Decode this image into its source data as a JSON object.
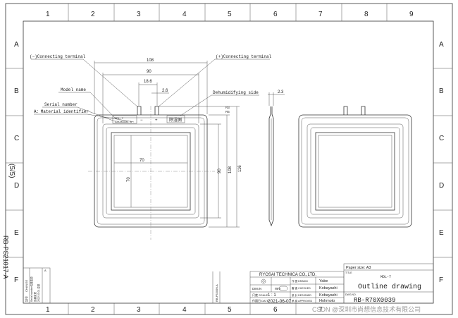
{
  "grid": {
    "columns": [
      "1",
      "2",
      "3",
      "4",
      "5",
      "6",
      "7",
      "8",
      "9"
    ],
    "rows": [
      "A",
      "B",
      "C",
      "D",
      "E",
      "F"
    ]
  },
  "side_text": {
    "page": "(5/5)",
    "doc_code": "RB-PS21017-A"
  },
  "callouts": {
    "neg_terminal": "(−)Connecting terminal",
    "pos_terminal": "(+)Connecting terminal",
    "model_name": "Model name",
    "serial_number": "Serial number",
    "material_id": "A：Material identifier",
    "dehumid_side": "Dehumidifying side"
  },
  "dimensions": {
    "overall_width": "108",
    "inner_width": "90",
    "terminal_pitch": "18.6",
    "terminal_width": "2.6",
    "thickness": "2.3",
    "window_width": "70",
    "window_height": "70",
    "inner_height": "90",
    "body_height": "108",
    "overall_height": "116",
    "r1": "R3",
    "r2": "R5"
  },
  "part_labels": {
    "model": "MDL-7",
    "serial": "SXXXXXXXX A",
    "minus": "−",
    "plus": "+",
    "side_mark": "除湿側"
  },
  "revision_block": {
    "header_sym": "記号",
    "header_change": "CHANGE",
    "line1": "Serial number位置変更",
    "line2": "品番変更",
    "line3": "2022.03.01  変更",
    "code": "RB-P52099-A"
  },
  "title_block": {
    "paper_size": "Paper size: A3",
    "title_label": "TITLE",
    "title_model": "MDL-7",
    "title": "Outline drawing",
    "dwg_label": "DWG.NO.",
    "dwg_no": "RB-R70X0039",
    "company": "RYOSAI TECHNICA CO.,LTD.",
    "dim_label": "DIM.IN",
    "dim_unit": "mm",
    "scale_label": "尺度 SCALE",
    "scale_value": "1 : 1",
    "date_label": "作図日 DATE",
    "date_value": "2021-06-07",
    "drawn_label": "作 図 DRAWN",
    "drawn_name": "Yabe",
    "checked_label": "審 査 CHECKED",
    "checked_name": "Kobayashi",
    "designed_label": "設 計 DESIGNED",
    "designed_name": "Kobayashi",
    "approved_label": "承 認 APPROVED",
    "approved_name": "Hohmoto"
  },
  "watermark": "CSDN @深圳市尚想信息技术有限公司"
}
